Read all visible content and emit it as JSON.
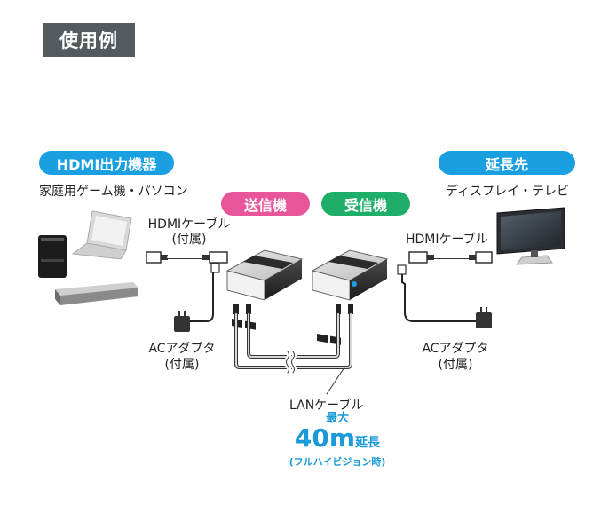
{
  "title": "使用例",
  "source": {
    "badge": "HDMI出力機器",
    "caption": "家庭用ゲーム機・パソコン"
  },
  "target": {
    "badge": "延長先",
    "caption": "ディスプレイ・テレビ"
  },
  "transmitter": {
    "badge": "送信機"
  },
  "receiver": {
    "badge": "受信機"
  },
  "left_hdmi_cable": {
    "line1": "HDMIケーブル",
    "line2": "(付属)"
  },
  "right_hdmi_cable": {
    "line1": "HDMIケーブル"
  },
  "left_adapter": {
    "line1": "ACアダプタ",
    "line2": "(付属)"
  },
  "right_adapter": {
    "line1": "ACアダプタ",
    "line2": "(付属)"
  },
  "lan": {
    "label": "LANケーブル",
    "max": "最大",
    "distance_value": "40m",
    "distance_suffix": "延長",
    "note": "(フルハイビジョン時)"
  },
  "colors": {
    "title_bg": "#555a5e",
    "blue_badge": "#1aa0e0",
    "pink_badge": "#e9559b",
    "green_badge": "#1fae6a",
    "accent_text": "#1a9ad8"
  }
}
